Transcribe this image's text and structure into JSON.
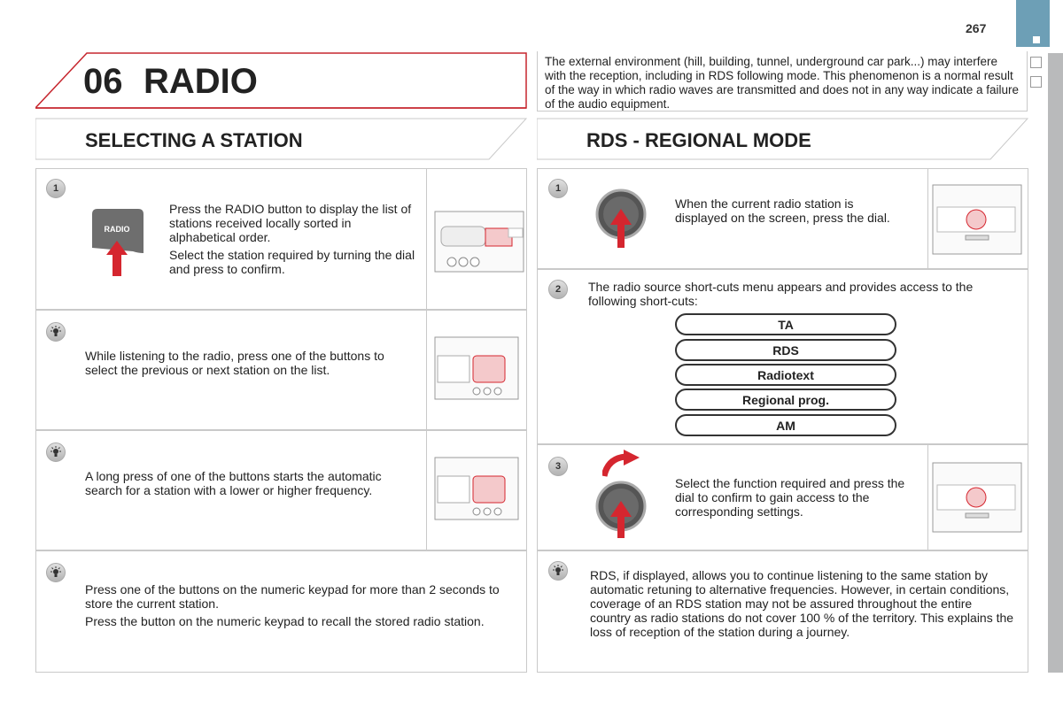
{
  "page_number": "267",
  "chapter": {
    "number": "06",
    "title": "RADIO"
  },
  "note": "The external environment (hill, building, tunnel, underground car park...) may interfere with the reception, including in RDS following mode. This phenomenon is a normal result of the way in which radio waves are transmitted and does not in any way indicate a failure of the audio equipment.",
  "left": {
    "heading": "SELECTING A STATION",
    "step1": {
      "badge": "1",
      "button_label": "RADIO",
      "p1": "Press the RADIO button to display the list of stations received locally sorted in alphabetical order.",
      "p2": "Select the station required by turning the dial and press to confirm."
    },
    "tip1": "While listening to the radio, press one of the buttons to select the previous or next station on the list.",
    "tip2": "A long press of one of the buttons starts the automatic search for a station with a lower or higher frequency.",
    "tip3": {
      "p1": "Press one of the buttons on the numeric keypad for more than 2 seconds to store the current station.",
      "p2": "Press the button on the numeric keypad to recall the stored radio station."
    }
  },
  "right": {
    "heading": "RDS - REGIONAL MODE",
    "step1": {
      "badge": "1",
      "text": "When the current radio station is displayed on the screen, press the dial."
    },
    "step2": {
      "badge": "2",
      "text": "The radio source short-cuts menu appears and provides access to the following short-cuts:",
      "shortcuts": [
        "TA",
        "RDS",
        "Radiotext",
        "Regional prog.",
        "AM"
      ]
    },
    "step3": {
      "badge": "3",
      "text": "Select the function required and press the dial to confirm to gain access to the corresponding settings."
    },
    "tip": "RDS, if displayed, allows you to continue listening to the same station by automatic retuning to alternative frequencies. However, in certain conditions, coverage of an RDS station may not be assured throughout the entire country as radio stations do not cover 100 % of the territory. This explains the loss of reception of the station during a journey."
  },
  "icons": {
    "tip": "lightbulb-icon",
    "arrow": "arrow-up-icon",
    "turn": "curved-arrow-icon"
  },
  "colors": {
    "accent_red": "#d5262f",
    "tab_teal": "#6d9fb6",
    "title_border": "#c6262e"
  }
}
